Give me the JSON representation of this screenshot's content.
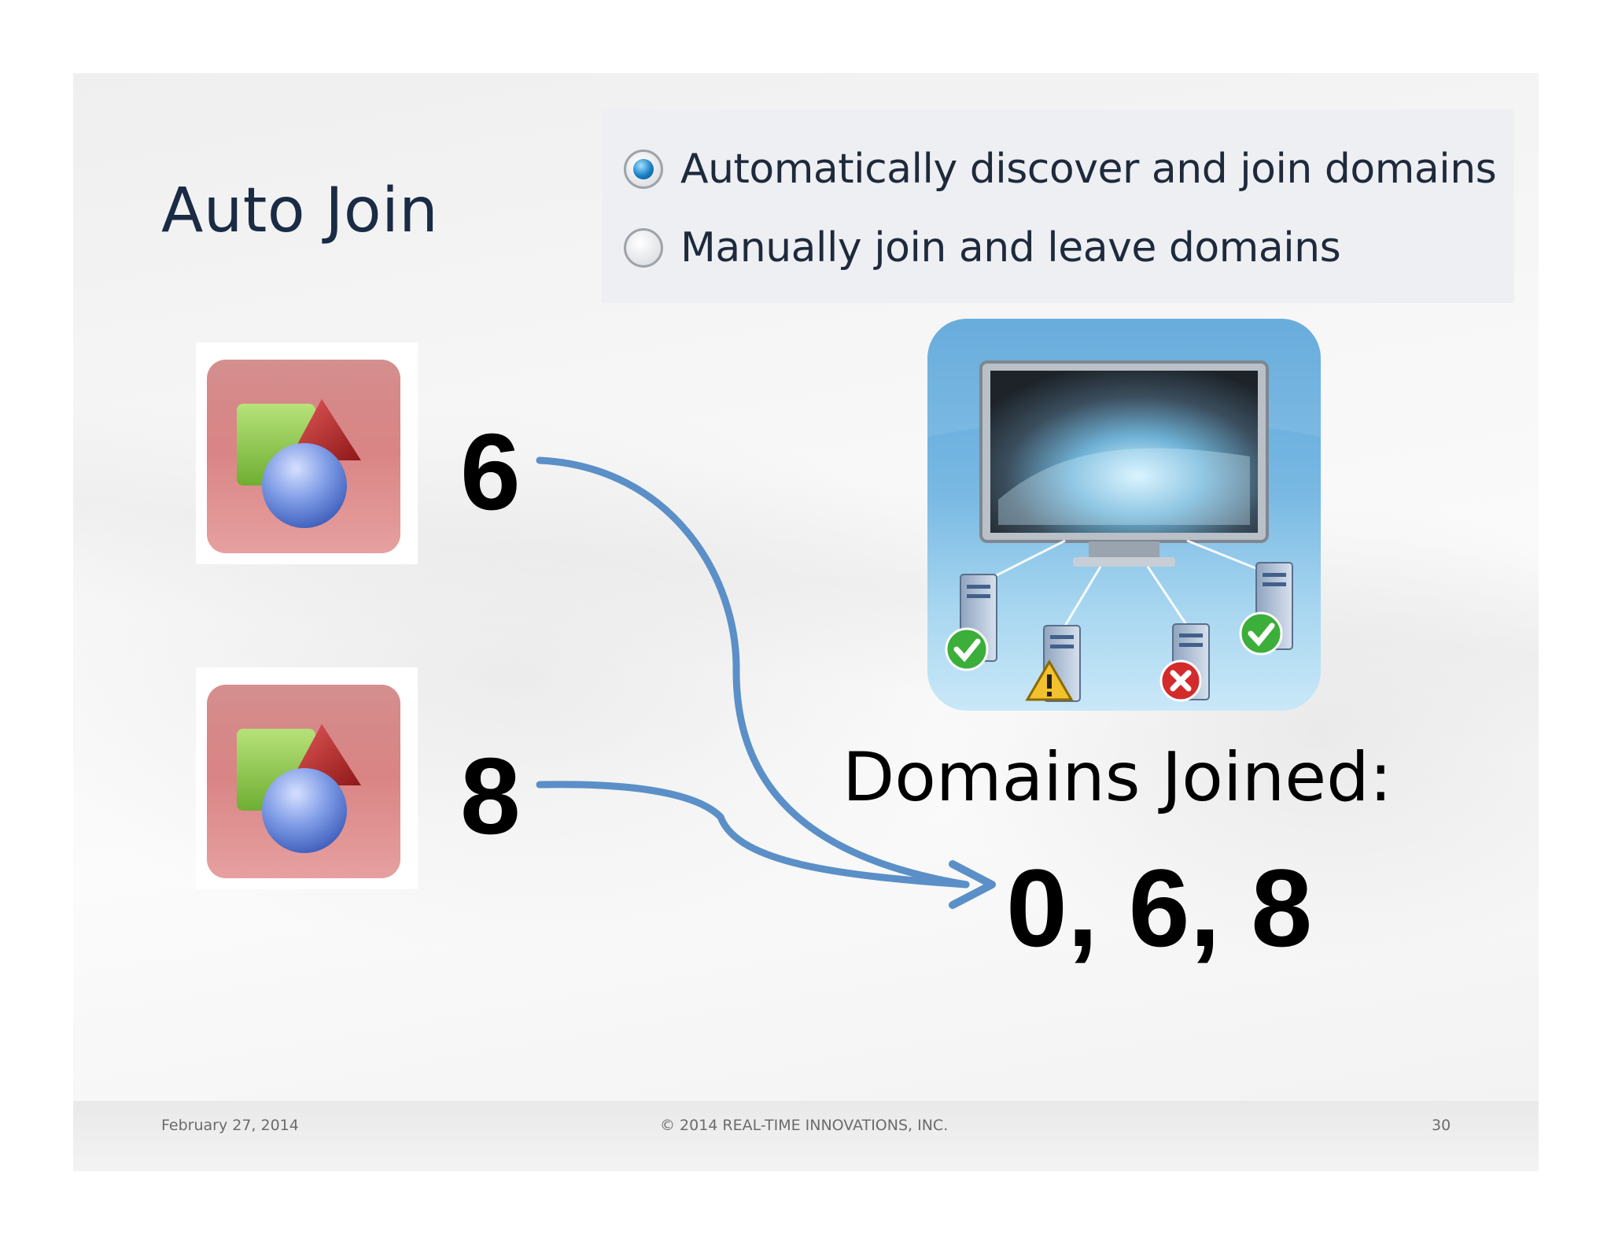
{
  "slide": {
    "title": "Auto Join",
    "radio_options": [
      {
        "label": "Automatically discover and join domains",
        "selected": true
      },
      {
        "label": "Manually join and leave domains",
        "selected": false
      }
    ],
    "participants": [
      {
        "domain_id": "6",
        "icon": "application-shapes-icon"
      },
      {
        "domain_id": "8",
        "icon": "application-shapes-icon"
      }
    ],
    "network_icon": "network-monitor-icon",
    "domains_joined_label": "Domains Joined:",
    "domains_joined_value": "0, 6, 8",
    "colors": {
      "title": "#1a2b45",
      "arrow": "#5b8fc7",
      "icon_tile": "#d98383",
      "network_tile": "#79b9e3"
    }
  },
  "footer": {
    "date": "February 27, 2014",
    "copyright": "© 2014 REAL-TIME INNOVATIONS, INC.",
    "page_number": "30"
  }
}
